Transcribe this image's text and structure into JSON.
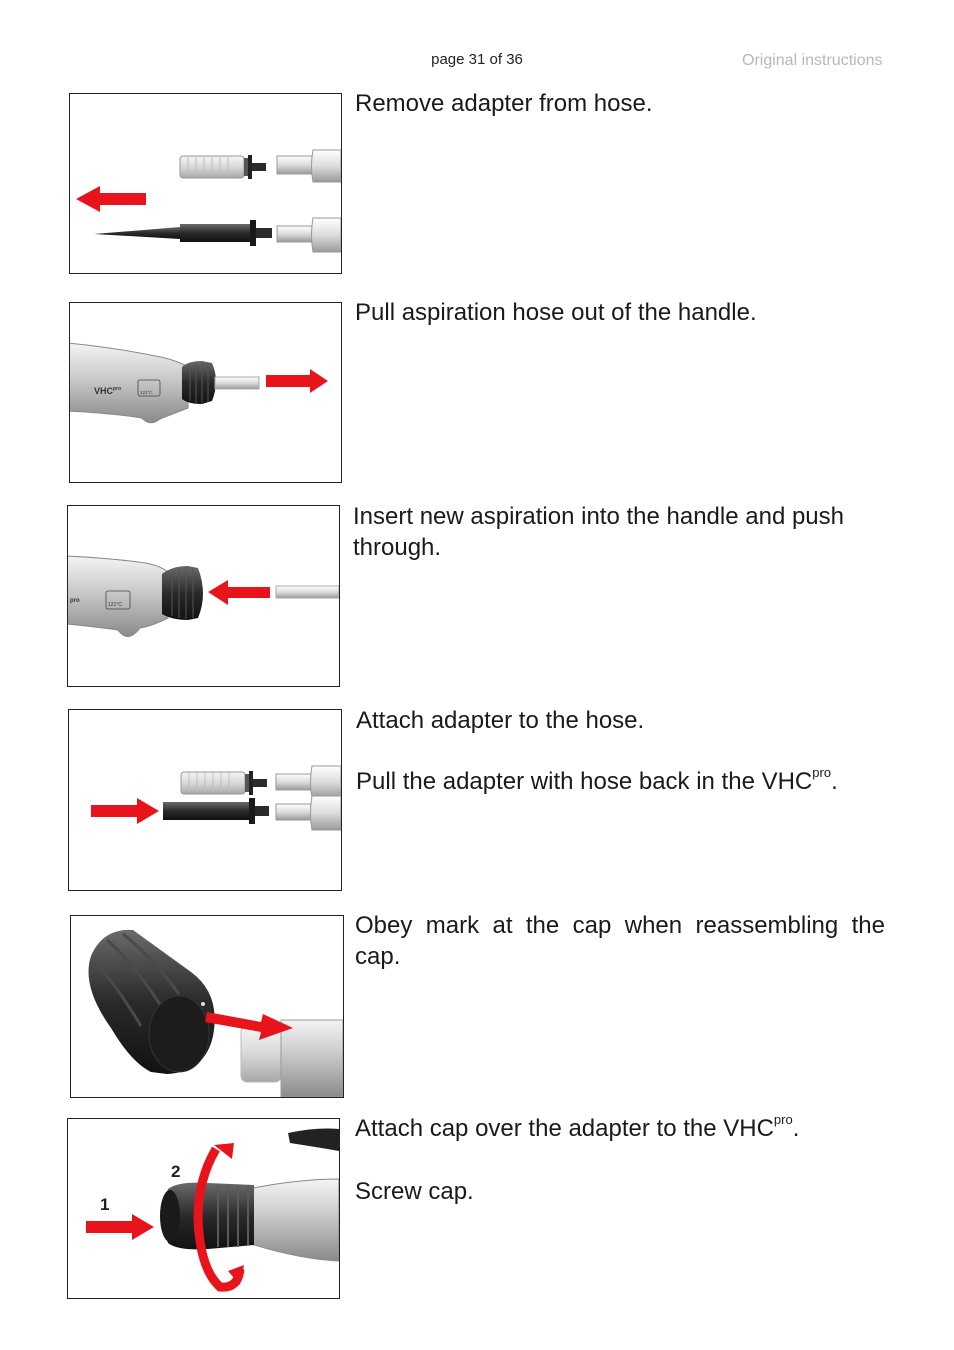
{
  "header": {
    "page_prefix": "page",
    "page_current": "31",
    "page_of": "of",
    "page_total": "36",
    "doc_label": "Original instructions"
  },
  "steps": [
    {
      "lines": [
        "Remove adapter from hose."
      ]
    },
    {
      "lines": [
        "Pull aspiration hose out of the handle."
      ],
      "product": "VHC",
      "product_sup": "pro",
      "temp": "121°C"
    },
    {
      "lines": [
        "Insert new aspiration into the handle and push through."
      ],
      "product_sup": "pro",
      "temp": "121°C"
    },
    {
      "line1": "Attach adapter to the hose.",
      "line2": "Pull the adapter with hose back in the VHC",
      "line2_sup": "pro",
      "line2_end": "."
    },
    {
      "lines": [
        "Obey mark at the cap when reassembling the cap."
      ]
    },
    {
      "line1": "Attach cap over the adapter to the VHC",
      "line1_sup": "pro",
      "line1_end": ".",
      "line2": "Screw cap.",
      "num1": "1",
      "num2": "2"
    }
  ],
  "colors": {
    "arrow_red": "#e8141b",
    "frame": "#222222",
    "label_gray": "#b8b8b8"
  }
}
